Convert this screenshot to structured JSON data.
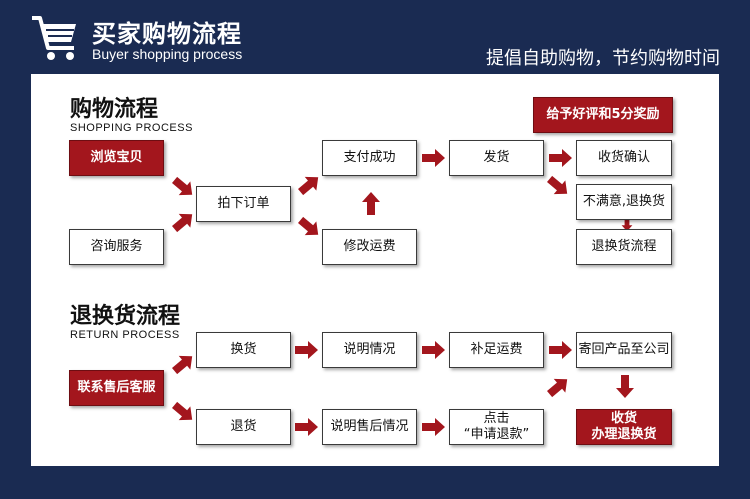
{
  "header": {
    "title": "买家购物流程",
    "subtitle": "Buyer shopping process",
    "slogan": "提倡自助购物，节约购物时间"
  },
  "shopping": {
    "title": "购物流程",
    "subtitle": "SHOPPING PROCESS",
    "browse": "浏览宝贝",
    "consult": "咨询服务",
    "order": "拍下订单",
    "pay": "支付成功",
    "modify_fee": "修改运费",
    "ship": "发货",
    "confirm": "收货确认",
    "reward": "给予好评和5分奖励",
    "unsatisfied": "不满意,退换货",
    "return_process": "退换货流程"
  },
  "returns": {
    "title": "退换货流程",
    "subtitle": "RETURN PROCESS",
    "contact": "联系售后客服",
    "exchange": "换货",
    "explain": "说明情况",
    "add_fee": "补足运费",
    "send_back": "寄回产品至公司",
    "refund": "退货",
    "explain_after": "说明售后情况",
    "click_line1": "点击",
    "click_line2": "“申请退款”",
    "receive_line1": "收货",
    "receive_line2": "办理退换货"
  },
  "colors": {
    "background": "#1a2b52",
    "accent": "#a3161d"
  }
}
